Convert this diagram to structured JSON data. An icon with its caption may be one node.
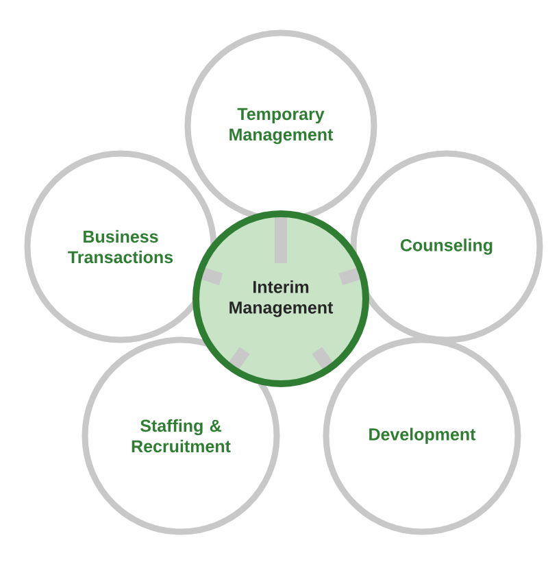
{
  "diagram": {
    "nodes": [
      {
        "text": [
          "Interim Management"
        ]
      },
      {
        "text": [
          "Temporary Management"
        ]
      },
      {
        "text": [
          "Business Transactions"
        ]
      },
      {
        "text": [
          "Counseling"
        ]
      },
      {
        "text": [
          "Staffing & Recruitment"
        ]
      },
      {
        "text": [
          "Development"
        ]
      }
    ]
  }
}
